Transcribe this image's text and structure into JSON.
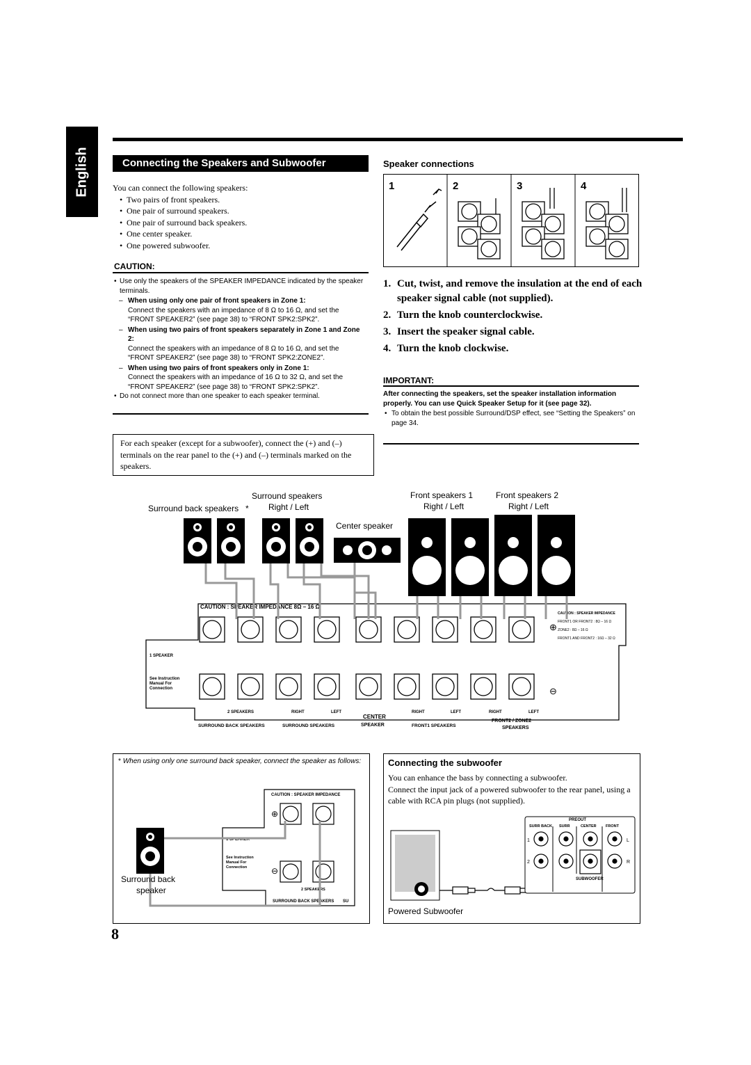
{
  "side_tab": "English",
  "section_title": "Connecting the Speakers and Subwoofer",
  "intro": "You can connect the following speakers:",
  "speaker_list": [
    "Two pairs of front speakers.",
    "One pair of surround speakers.",
    "One pair of surround back speakers.",
    "One center speaker.",
    "One powered subwoofer."
  ],
  "caution": {
    "title": "CAUTION:",
    "item1": "Use only the speakers of the SPEAKER IMPEDANCE indicated by the speaker terminals.",
    "sub1_head": "When using only one pair of front speakers in Zone 1:",
    "sub1_body": "Connect the speakers with an impedance of 8 Ω to 16 Ω, and set the “FRONT SPEAKER2” (see page 38) to “FRONT SPK2:SPK2”.",
    "sub2_head": "When using two pairs of front speakers separately in Zone 1 and Zone 2:",
    "sub2_body": "Connect the speakers with an impedance of 8 Ω to 16 Ω, and set the “FRONT SPEAKER2” (see page 38) to “FRONT SPK2:ZONE2”.",
    "sub3_head": "When using two pairs of front speakers only in Zone 1:",
    "sub3_body": "Connect the speakers with an impedance of 16 Ω to 32 Ω, and set the “FRONT SPEAKER2” (see page 38) to “FRONT SPK2:SPK2”.",
    "item2": "Do not connect more than one speaker to each speaker terminal."
  },
  "polarity_note": "For each speaker (except for a subwoofer), connect the (+) and (–) terminals on the rear panel to the (+) and (–) terminals marked on the speakers.",
  "speaker_connections": {
    "title": "Speaker connections",
    "figure_numbers": [
      "1",
      "2",
      "3",
      "4"
    ],
    "steps": [
      {
        "n": "1.",
        "text": "Cut, twist, and remove the insulation at the end of each speaker signal cable (not supplied)."
      },
      {
        "n": "2.",
        "text": "Turn the knob counterclockwise."
      },
      {
        "n": "3.",
        "text": "Insert the speaker signal cable."
      },
      {
        "n": "4.",
        "text": "Turn the knob clockwise."
      }
    ]
  },
  "important": {
    "title": "IMPORTANT:",
    "bold_text": "After connecting the speakers, set the speaker installation information properly. You can use Quick Speaker Setup for it (see page 32).",
    "bullet": "To obtain the best possible Surround/DSP effect, see “Setting the Speakers” on page 34."
  },
  "main_diagram": {
    "surround_back_label": "Surround back speakers",
    "asterisk": "*",
    "surround_label": "Surround speakers",
    "surround_sub": "Right / Left",
    "center_label": "Center speaker",
    "front1_label": "Front speakers 1",
    "front1_sub": "Right / Left",
    "front2_label": "Front speakers 2",
    "front2_sub": "Right / Left",
    "caution_strip": "CAUTION : SPEAKER IMPEDANCE 8Ω – 16 Ω",
    "speaker_tag": "1 SPEAKER",
    "see_instruction": [
      "See Instruction",
      "Manual For",
      "Connection"
    ],
    "two_speakers": "2 SPEAKERS",
    "right": "RIGHT",
    "left": "LEFT",
    "center": "CENTER",
    "speaker_word": "SPEAKER",
    "surround_back_speakers": "SURROUND BACK SPEAKERS",
    "surround_speakers": "SURROUND SPEAKERS",
    "front1_speakers": "FRONT1 SPEAKERS",
    "front2_zone2": "FRONT2 / ZONE2",
    "speakers_word": "SPEAKERS",
    "right_caution_title": "CAUTION : SPEAKER IMPEDANCE",
    "right_caution_1": "FRONT1 OR FRONT2 : 8Ω – 16 Ω",
    "right_caution_2": "ZONE2 : 8Ω – 16 Ω",
    "right_caution_3": "FRONT1 AND FRONT2 : 16Ω – 32 Ω",
    "plus": "⊕",
    "minus": "⊖"
  },
  "footnote": {
    "mark": "*",
    "text": "When using only one surround back speaker, connect the speaker as follows:",
    "caution_strip": "CAUTION : SPEAKER IMPEDANCE",
    "speaker_tag": "1 SPEAKER",
    "see_instruction": [
      "See Instruction",
      "Manual For",
      "Connection"
    ],
    "two_speakers": "2 SPEAKERS",
    "bottom_label": "SURROUND BACK SPEAKERS",
    "bottom_tail": "SU",
    "speaker_caption": [
      "Surround back",
      "speaker"
    ]
  },
  "subwoofer": {
    "title": "Connecting the subwoofer",
    "p1": "You can enhance the bass by connecting a subwoofer.",
    "p2": "Connect the input jack of a powered subwoofer to the rear panel, using a cable with RCA pin plugs (not supplied).",
    "preout": "PREOUT",
    "cols": [
      "SURR BACK",
      "SURR",
      "CENTER",
      "FRONT"
    ],
    "row1": "1",
    "row2": "2",
    "L": "L",
    "R": "R",
    "subwoofer_label": "SUBWOOFER",
    "caption": "Powered Subwoofer"
  },
  "page_number": "8"
}
